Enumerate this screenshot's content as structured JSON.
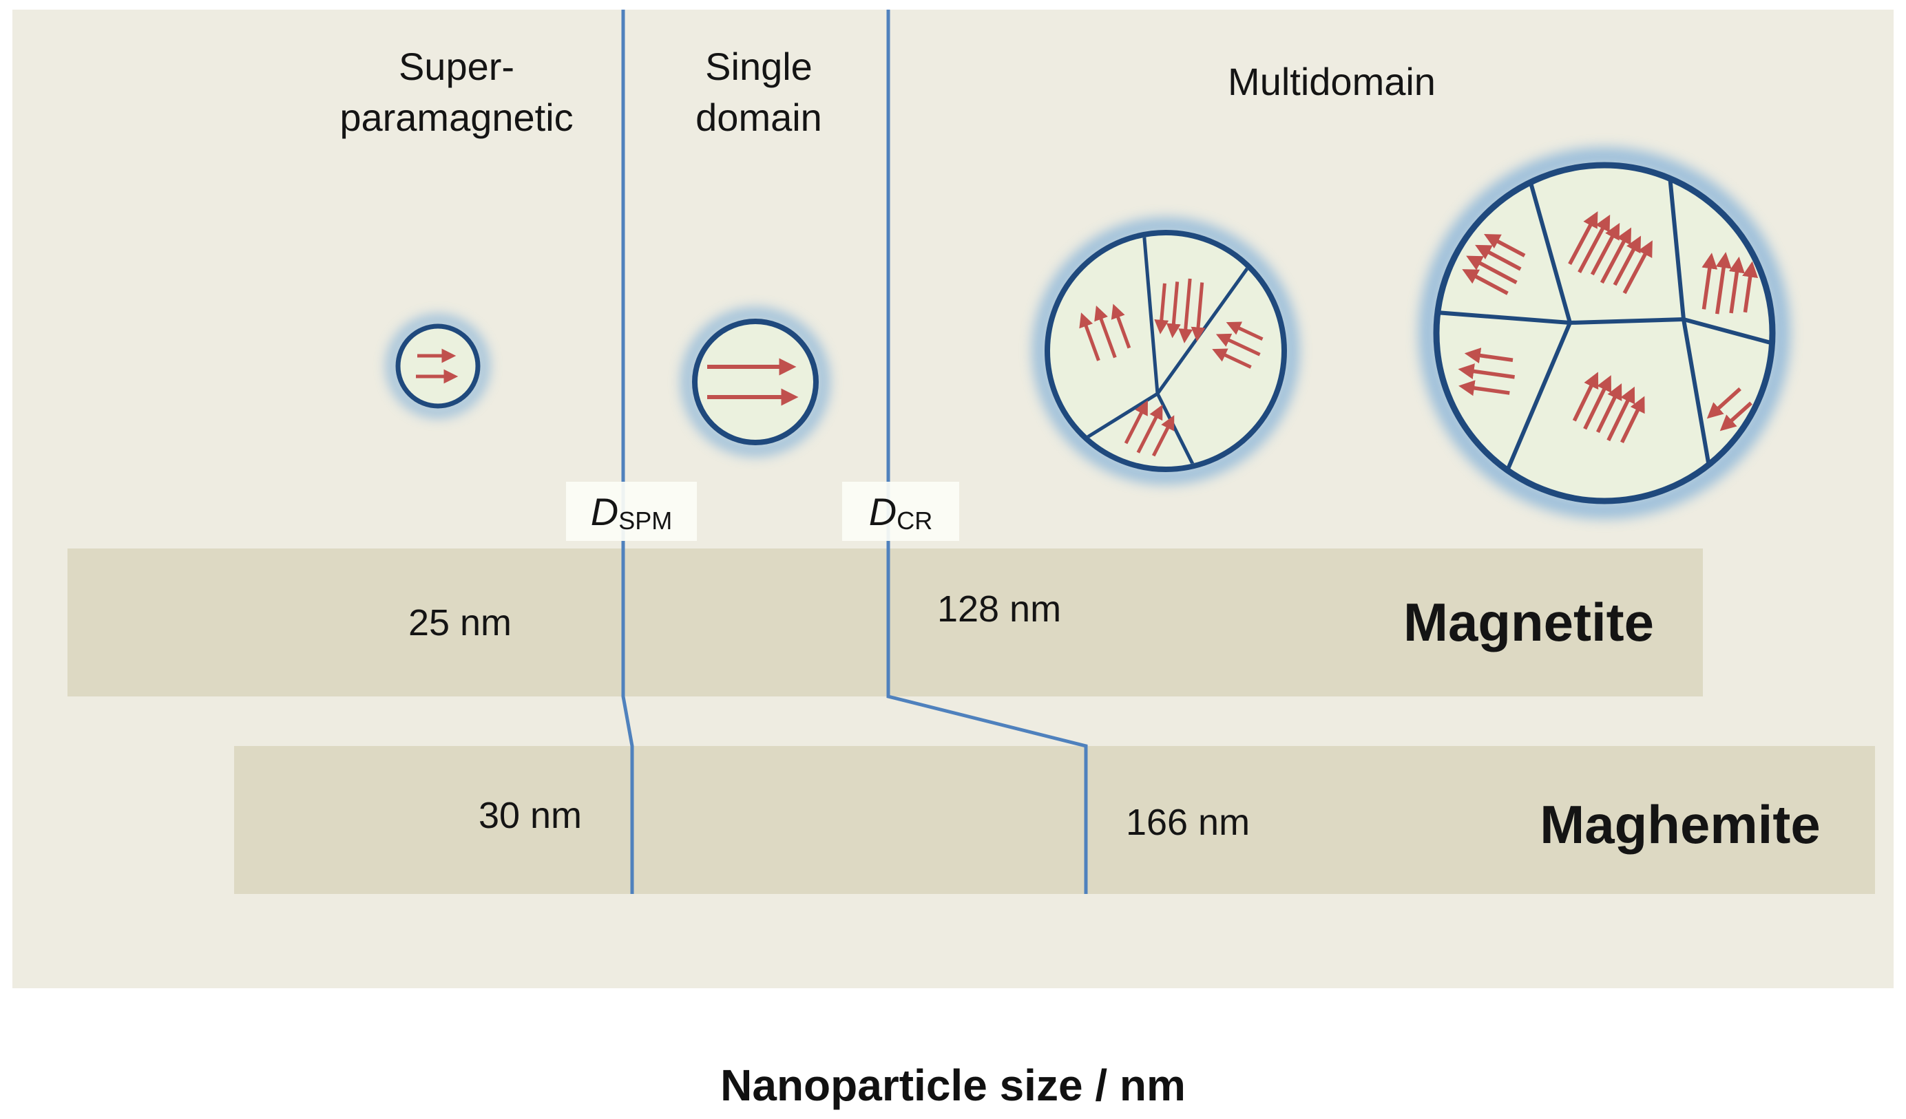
{
  "figure": {
    "axis_title": "Nanoparticle size / nm"
  },
  "regions": {
    "superparamagnetic": {
      "line1": "Super-",
      "line2": "paramagnetic"
    },
    "single_domain": {
      "line1": "Single",
      "line2": "domain"
    },
    "multidomain": {
      "label": "Multidomain"
    }
  },
  "thresholds": {
    "dspm": {
      "symbol": "D",
      "subscript": "SPM"
    },
    "dcr": {
      "symbol": "D",
      "subscript": "CR"
    }
  },
  "materials": [
    {
      "name": "Magnetite",
      "dspm_size": "25 nm",
      "dcr_size": "128 nm"
    },
    {
      "name": "Maghemite",
      "dspm_size": "30 nm",
      "dcr_size": "166 nm"
    }
  ],
  "particles": [
    "particle-superparamagnetic",
    "particle-single-domain",
    "particle-multidomain-small",
    "particle-multidomain-large"
  ],
  "colors": {
    "panel_background": "#eeece1",
    "bar_fill": "#ddd9c3",
    "threshold_line": "#4f81bd",
    "particle_fill": "#ebf1de",
    "particle_border": "#1f497d",
    "particle_glow": "#5b9bd5",
    "arrow": "#c0504d",
    "text": "#1c1c1c"
  }
}
